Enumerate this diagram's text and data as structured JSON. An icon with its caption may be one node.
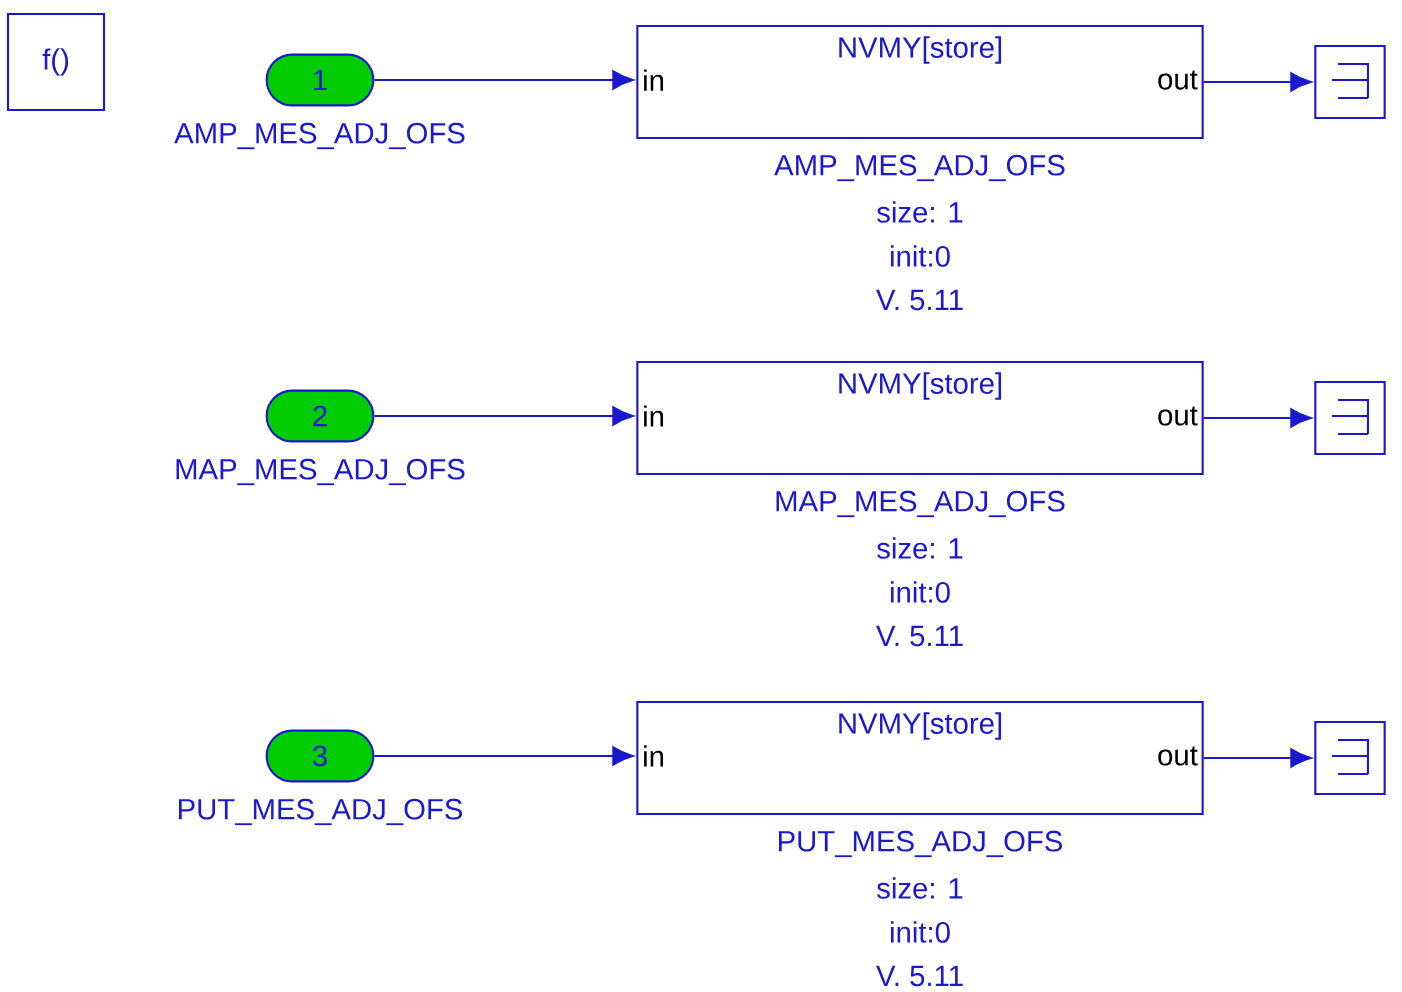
{
  "diagram": {
    "nodes": [
      {
        "text": [
          "f()"
        ]
      },
      {
        "text": [
          "1"
        ],
        "beside": [
          "AMP_MES_ADJ_OFS"
        ]
      },
      {
        "text": [
          "NVMY[store]",
          "in",
          "out"
        ],
        "beside": [
          "AMP_MES_ADJ_OFS",
          "size: 1",
          "init:0",
          "V. 5.11"
        ]
      },
      {
        "text": [],
        "shape": "box"
      },
      {
        "text": [
          "2"
        ],
        "beside": [
          "MAP_MES_ADJ_OFS"
        ]
      },
      {
        "text": [
          "NVMY[store]",
          "in",
          "out"
        ],
        "beside": [
          "MAP_MES_ADJ_OFS",
          "size: 1",
          "init:0",
          "V. 5.11"
        ]
      },
      {
        "text": [],
        "shape": "box"
      },
      {
        "text": [
          "3"
        ],
        "beside": [
          "PUT_MES_ADJ_OFS"
        ]
      },
      {
        "text": [
          "NVMY[store]",
          "in",
          "out"
        ],
        "beside": [
          "PUT_MES_ADJ_OFS",
          "size: 1",
          "init:0",
          "V. 5.11"
        ]
      },
      {
        "text": [],
        "shape": "box"
      }
    ],
    "edges": [
      {
        "from": 1,
        "to": 2,
        "arrow": "to"
      },
      {
        "from": 2,
        "to": 3,
        "arrow": "to"
      },
      {
        "from": 4,
        "to": 5,
        "arrow": "to"
      },
      {
        "from": 5,
        "to": 6,
        "arrow": "to"
      },
      {
        "from": 7,
        "to": 8,
        "arrow": "to"
      },
      {
        "from": 8,
        "to": 9,
        "arrow": "to"
      }
    ]
  }
}
